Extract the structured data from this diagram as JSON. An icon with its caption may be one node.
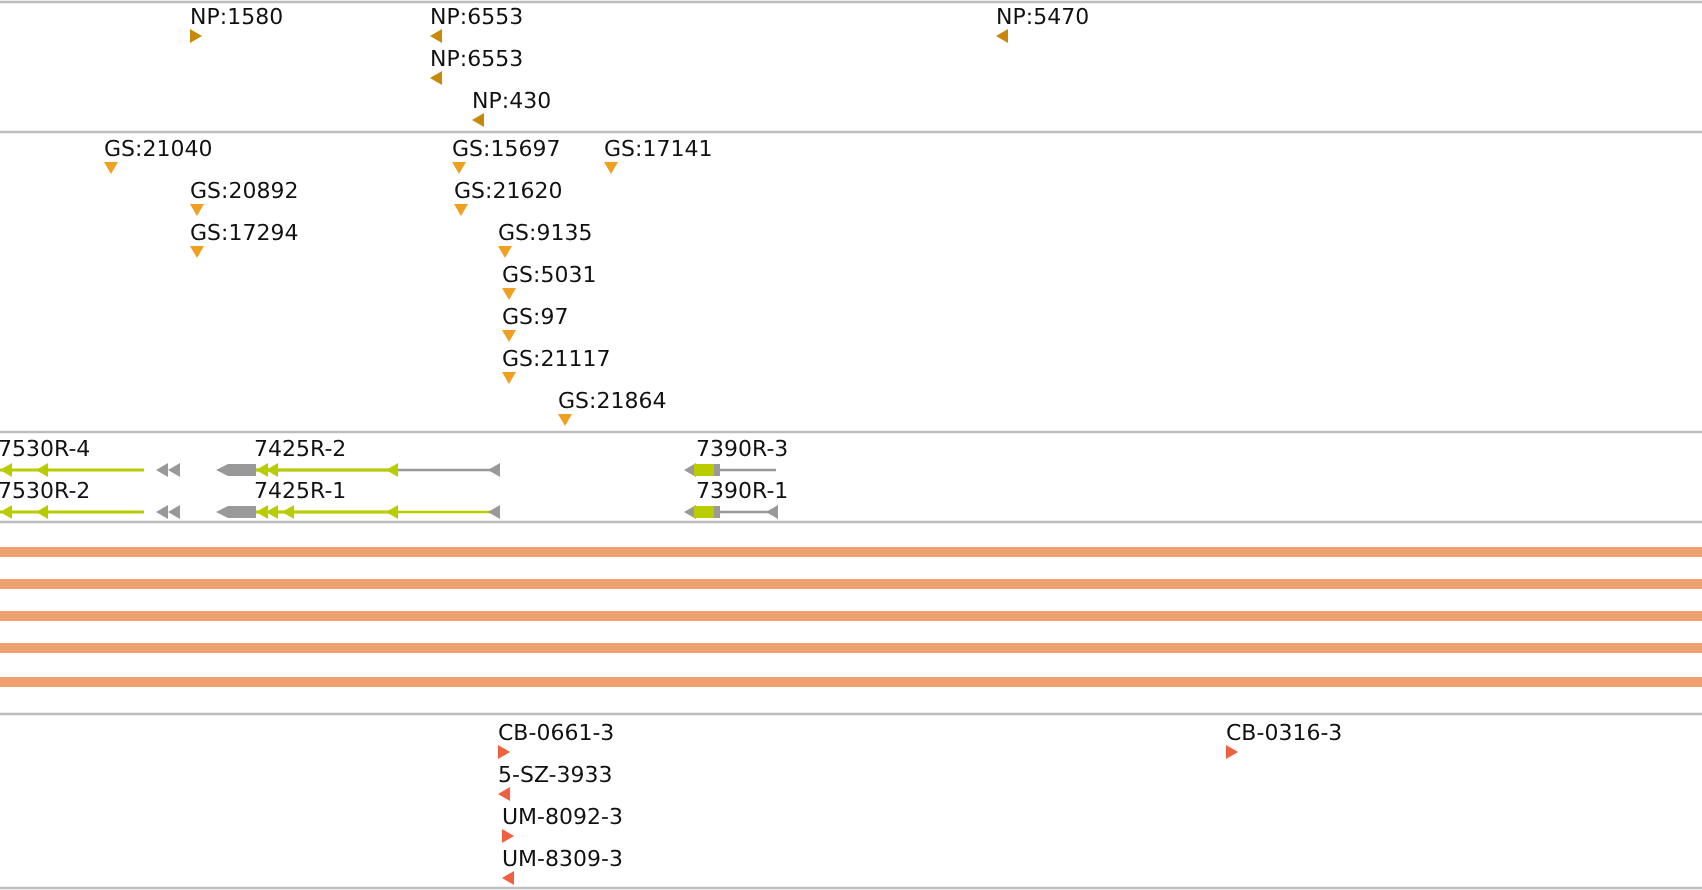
{
  "diagram": {
    "labels": [
      "NP:1580",
      "NP:6553",
      "NP:5470",
      "NP:6553",
      "NP:430",
      "GS:21040",
      "GS:15697",
      "GS:17141",
      "GS:20892",
      "GS:21620",
      "GS:17294",
      "GS:9135",
      "GS:5031",
      "GS:97",
      "GS:21117",
      "GS:21864",
      "7530R-4",
      "7425R-2",
      "7390R-3",
      "7530R-2",
      "7425R-1",
      "7390R-1",
      "CB-0661-3",
      "CB-0316-3",
      "5-SZ-3933",
      "UM-8092-3",
      "UM-8309-3"
    ]
  }
}
